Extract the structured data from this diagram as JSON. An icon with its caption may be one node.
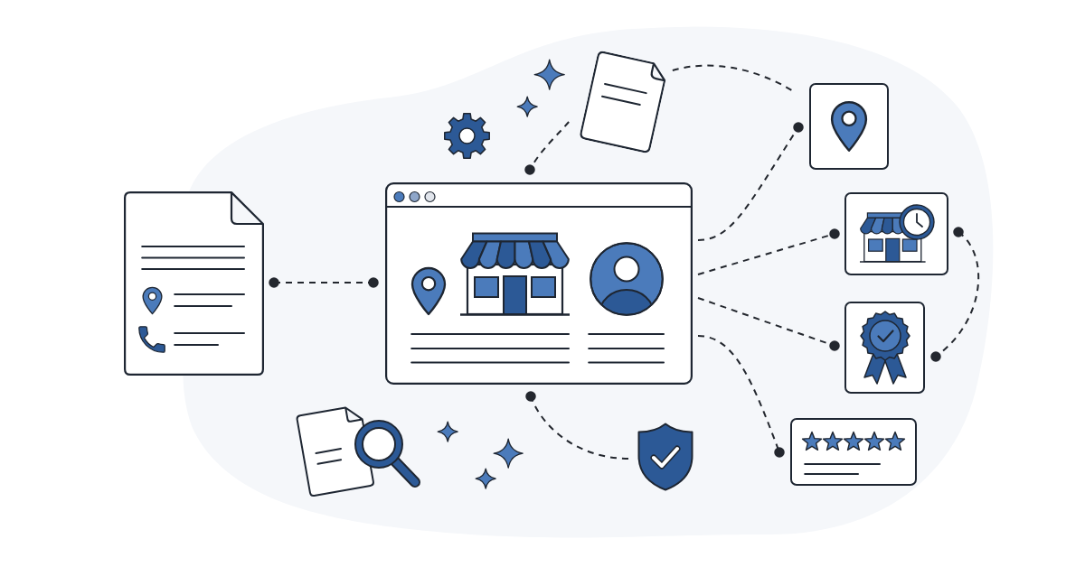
{
  "diagram": {
    "nodes": [
      {
        "text": [],
        "shape": "document"
      },
      {
        "text": [],
        "shape": "window"
      },
      {
        "text": [],
        "shape": "document"
      },
      {
        "text": [],
        "shape": "box"
      },
      {
        "text": [],
        "shape": "box"
      },
      {
        "text": [],
        "shape": "box"
      },
      {
        "text": [],
        "shape": "box"
      },
      {
        "text": [],
        "shape": "shield"
      },
      {
        "text": [],
        "shape": "picture"
      }
    ],
    "edges": [
      {
        "from": 0,
        "to": 1,
        "arrow": "other",
        "style": "dashed"
      },
      {
        "from": 2,
        "to": 1,
        "arrow": "other",
        "style": "dashed"
      },
      {
        "from": 2,
        "to": 3,
        "arrow": "none",
        "style": "dashed"
      },
      {
        "from": 1,
        "to": 3,
        "arrow": "other",
        "style": "dashed"
      },
      {
        "from": 1,
        "to": 4,
        "arrow": "other",
        "style": "dashed"
      },
      {
        "from": 1,
        "to": 5,
        "arrow": "other",
        "style": "dashed"
      },
      {
        "from": 4,
        "to": 5,
        "arrow": "other",
        "style": "dashed"
      },
      {
        "from": 1,
        "to": 6,
        "arrow": "other",
        "style": "dashed"
      },
      {
        "from": 7,
        "to": 1,
        "arrow": "other",
        "style": "dashed"
      }
    ]
  }
}
